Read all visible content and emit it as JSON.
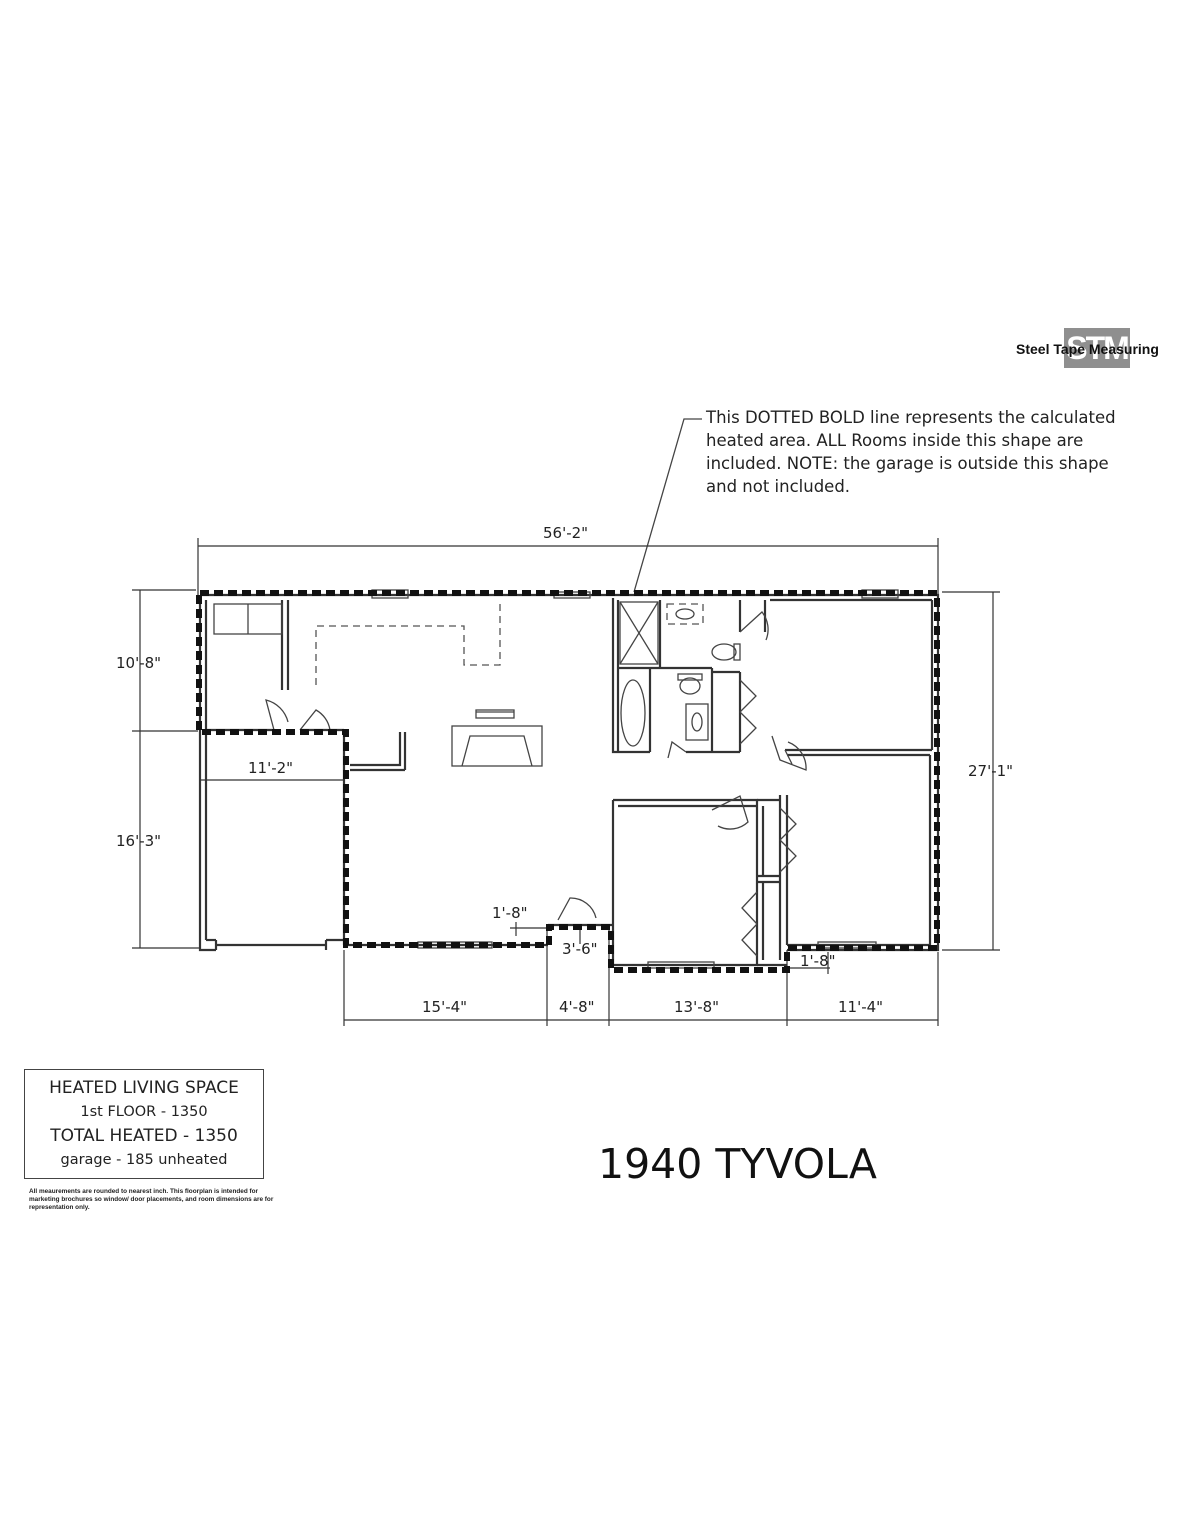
{
  "logo": {
    "wordmark": "Steel Tape Measuring",
    "monogram": "STM"
  },
  "note": {
    "text": "This DOTTED BOLD line represents the calculated heated area. ALL Rooms inside this shape are included. NOTE: the garage is outside this shape and not included."
  },
  "dimensions": {
    "overall_width": "56'-2\"",
    "overall_depth": "27'-1\"",
    "left_upper": "10'-8\"",
    "left_lower": "16'-3\"",
    "garage_width": "11'-2\"",
    "bottom_1": "15'-4\"",
    "bottom_2": "4'-8\"",
    "bottom_3": "13'-8\"",
    "bottom_4": "11'-4\"",
    "step_1": "1'-8\"",
    "step_2": "3'-6\"",
    "step_3": "1'-8\""
  },
  "legend": {
    "line1": "HEATED LIVING SPACE",
    "line2": "1st FLOOR - 1350",
    "line3": "TOTAL HEATED - 1350",
    "line4": "garage - 185 unheated"
  },
  "disclaimer": "All meaurements are rounded to nearest inch. This floorplan is intended for marketing brochures so window/ door placements, and room dimensions are for representation only.",
  "title": "1940 TYVOLA"
}
